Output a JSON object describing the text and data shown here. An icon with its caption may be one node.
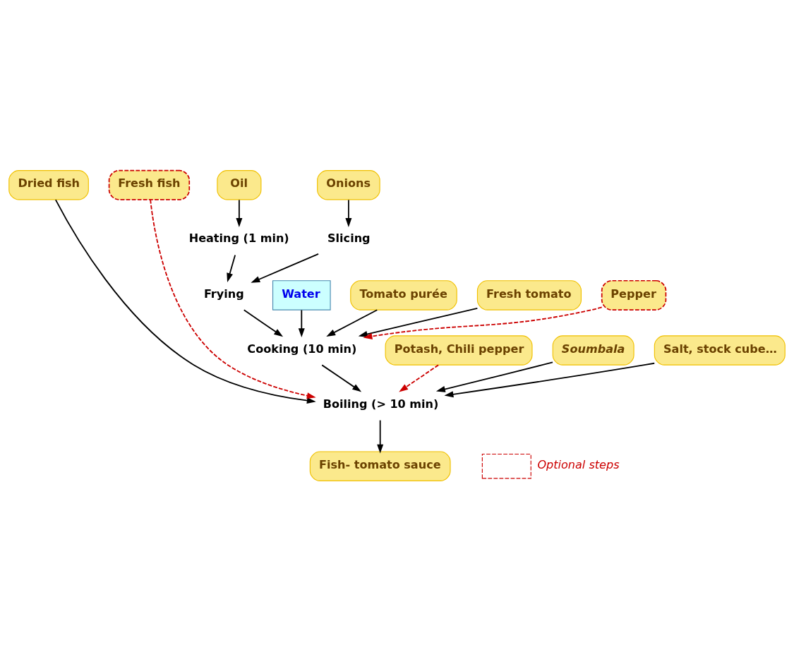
{
  "diagram": {
    "nodes": [
      {
        "text": [
          "Dried fish"
        ]
      },
      {
        "text": [
          "Fresh fish"
        ]
      },
      {
        "text": [
          "Oil"
        ]
      },
      {
        "text": [
          "Onions"
        ]
      },
      {
        "text": [
          "Heating (1 min)"
        ]
      },
      {
        "text": [
          "Slicing"
        ]
      },
      {
        "text": [
          "Frying"
        ]
      },
      {
        "text": [
          "Water"
        ]
      },
      {
        "text": [
          "Tomato purée"
        ]
      },
      {
        "text": [
          "Fresh tomato"
        ]
      },
      {
        "text": [
          "Pepper"
        ]
      },
      {
        "text": [
          "Cooking (10 min)"
        ]
      },
      {
        "text": [
          "Potash, Chili pepper"
        ]
      },
      {
        "text": [
          "Soumbala"
        ]
      },
      {
        "text": [
          "Salt, stock cube…"
        ]
      },
      {
        "text": [
          "Boiling (> 10 min)"
        ]
      },
      {
        "text": [
          "Fish- tomato sauce"
        ]
      }
    ],
    "edges": [
      {
        "from": 2,
        "to": 4,
        "arrow": "to"
      },
      {
        "from": 3,
        "to": 5,
        "arrow": "to"
      },
      {
        "from": 4,
        "to": 6,
        "arrow": "to"
      },
      {
        "from": 5,
        "to": 6,
        "arrow": "to"
      },
      {
        "from": 6,
        "to": 11,
        "arrow": "to"
      },
      {
        "from": 7,
        "to": 11,
        "arrow": "to"
      },
      {
        "from": 8,
        "to": 11,
        "arrow": "to"
      },
      {
        "from": 9,
        "to": 11,
        "arrow": "to"
      },
      {
        "from": 10,
        "to": 11,
        "arrow": "to",
        "style": "dashed",
        "color": "#cc0000"
      },
      {
        "from": 11,
        "to": 15,
        "arrow": "to"
      },
      {
        "from": 1,
        "to": 15,
        "arrow": "to",
        "style": "dashed",
        "color": "#cc0000"
      },
      {
        "from": 0,
        "to": 15,
        "arrow": "to"
      },
      {
        "from": 12,
        "to": 15,
        "arrow": "to",
        "style": "dashed",
        "color": "#cc0000"
      },
      {
        "from": 13,
        "to": 15,
        "arrow": "to"
      },
      {
        "from": 14,
        "to": 15,
        "arrow": "to"
      },
      {
        "from": 15,
        "to": 16,
        "arrow": "to"
      }
    ],
    "legend": [
      {
        "text": "Optional steps"
      }
    ]
  }
}
